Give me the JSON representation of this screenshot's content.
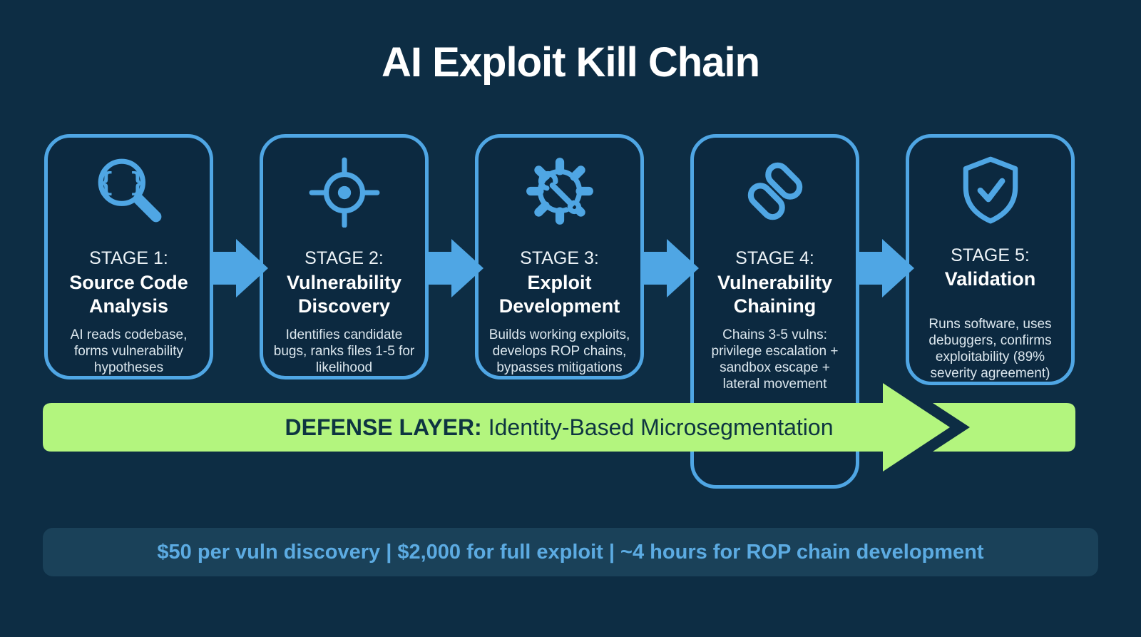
{
  "page": {
    "title": "AI Exploit Kill Chain"
  },
  "colors": {
    "background": "#0d2d44",
    "card_background": "#0c2940",
    "accent_blue": "#4fa6e4",
    "defense_green": "#b3f57e",
    "defense_text": "#0e3541",
    "stats_background": "#1a4159",
    "stats_text": "#5cabe2",
    "title_text": "#ffffff"
  },
  "stages": [
    {
      "label": "STAGE 1:",
      "name": "Source Code Analysis",
      "description": "AI reads codebase, forms vulnerability hypotheses",
      "icon": "magnifier-code-icon"
    },
    {
      "label": "STAGE 2:",
      "name": "Vulnerability Discovery",
      "description": "Identifies candidate bugs, ranks files 1-5 for likelihood",
      "icon": "target-icon"
    },
    {
      "label": "STAGE 3:",
      "name": "Exploit Development",
      "description": "Builds working exploits, develops ROP chains, bypasses mitigations",
      "icon": "gear-wrench-icon"
    },
    {
      "label": "STAGE 4:",
      "name": "Vulnerability Chaining",
      "description": "Chains 3-5 vulns: privilege escalation + sandbox escape + lateral movement",
      "icon": "chain-icon"
    },
    {
      "label": "STAGE 5:",
      "name": "Validation",
      "description": "Runs software, uses debuggers, confirms exploitability (89% severity agreement)",
      "icon": "shield-check-icon"
    }
  ],
  "defense_layer": {
    "label_bold": "DEFENSE LAYER:",
    "label_rest": "Identity-Based Microsegmentation"
  },
  "stats_bar": {
    "text": "$50 per vuln discovery | $2,000 for full exploit | ~4 hours for ROP chain development"
  }
}
